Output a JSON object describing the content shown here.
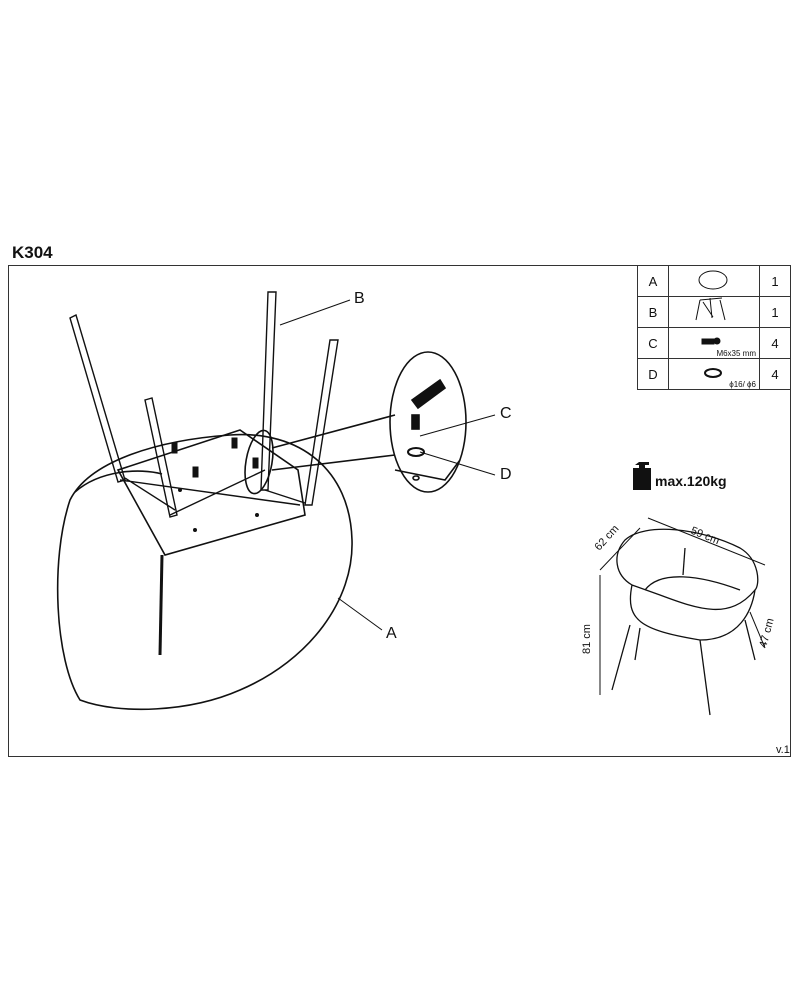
{
  "title": "K304",
  "parts": [
    {
      "letter": "A",
      "icon": "chair-seat-icon",
      "qty": "1",
      "note": ""
    },
    {
      "letter": "B",
      "icon": "chair-legs-icon",
      "qty": "1",
      "note": ""
    },
    {
      "letter": "C",
      "icon": "bolt-icon",
      "qty": "4",
      "note": "M6x35 mm"
    },
    {
      "letter": "D",
      "icon": "washer-icon",
      "qty": "4",
      "note": "ϕ16/ ϕ6"
    }
  ],
  "callouts": {
    "a": "A",
    "b": "B",
    "c": "C",
    "d": "D"
  },
  "max_load": "max.120kg",
  "dimensions": {
    "depth": "62 cm",
    "width": "59 cm",
    "height": "81 cm",
    "seat_height": "47 cm"
  },
  "version": "v.1"
}
